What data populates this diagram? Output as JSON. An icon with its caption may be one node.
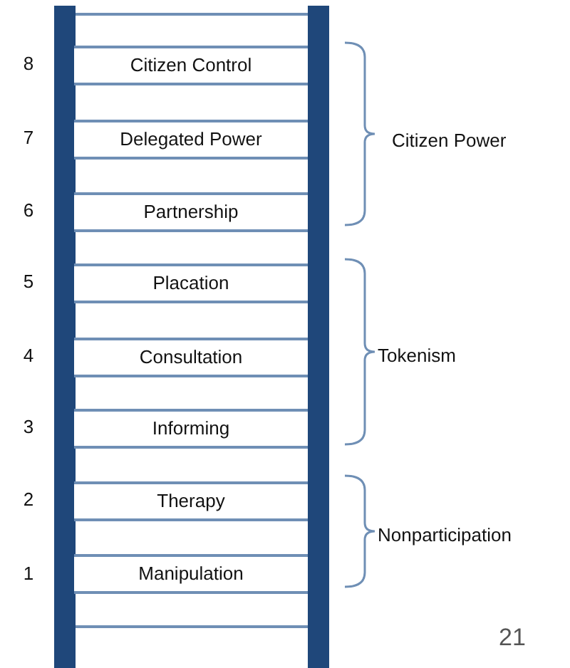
{
  "diagram": {
    "nodes": [
      {
        "text": [
          "Citizen Control"
        ]
      },
      {
        "text": [
          "Delegated Power"
        ]
      },
      {
        "text": [
          "Partnership"
        ]
      },
      {
        "text": [
          "Placation"
        ]
      },
      {
        "text": [
          "Consultation"
        ]
      },
      {
        "text": [
          "Informing"
        ]
      },
      {
        "text": [
          "Therapy"
        ]
      },
      {
        "text": [
          "Manipulation"
        ]
      }
    ],
    "edges": [],
    "labels": [
      "8",
      "7",
      "Citizen Power",
      "6",
      "5",
      "4",
      "Tokenism",
      "3",
      "2",
      "Nonparticipation",
      "1",
      "21"
    ]
  }
}
